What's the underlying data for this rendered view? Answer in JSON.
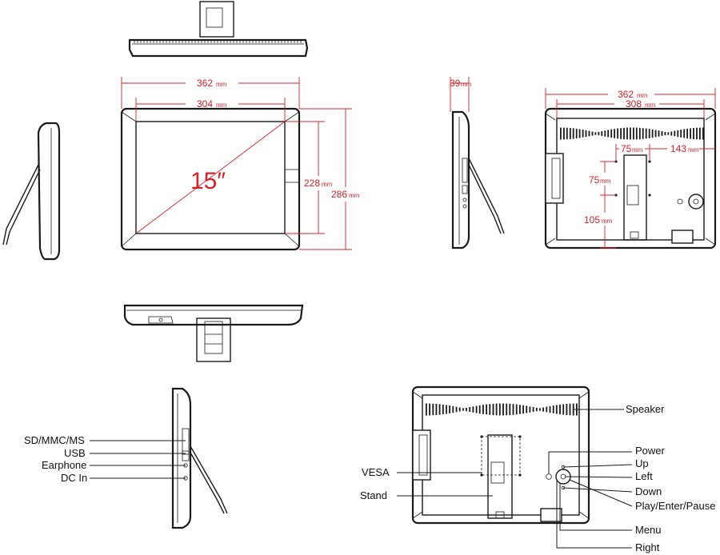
{
  "dimensions": {
    "front_outer_width": "362",
    "front_inner_width": "304",
    "front_diagonal": "15″",
    "front_inner_height": "228",
    "front_outer_height": "286",
    "side_depth": "39",
    "back_outer_width": "362",
    "back_inner_width": "308",
    "back_vesa_h": "75",
    "back_right_offset": "143",
    "back_vesa_v": "75",
    "back_bottom_offset": "105",
    "unit": "mm"
  },
  "left_labels": {
    "sd": "SD/MMC/MS",
    "usb": "USB",
    "earphone": "Earphone",
    "dcin": "DC In"
  },
  "back_labels": {
    "vesa": "VESA",
    "stand": "Stand",
    "speaker": "Speaker",
    "power": "Power",
    "up": "Up",
    "left": "Left",
    "down": "Down",
    "play": "Play/Enter/Pause",
    "menu": "Menu",
    "right": "Right"
  }
}
